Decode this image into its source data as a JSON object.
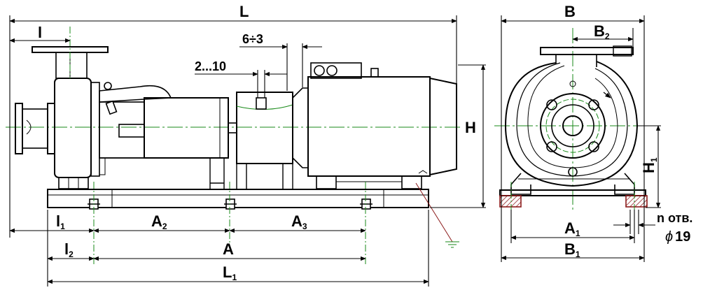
{
  "labels": {
    "L": "L",
    "l": "l",
    "gap_coupling": "6÷3",
    "gap_shaft": "2...10",
    "H": "H",
    "l1": "l",
    "l1_sub": "1",
    "l2": "l",
    "l2_sub": "2",
    "A2": "A",
    "A2_sub": "2",
    "A3": "A",
    "A3_sub": "3",
    "A": "A",
    "L1": "L",
    "L1_sub": "1",
    "B": "B",
    "B2": "B",
    "B2_sub": "2",
    "H1": "H",
    "H1_sub": "1",
    "A1": "A",
    "A1_sub": "1",
    "B1": "B",
    "B1_sub": "1",
    "holes": "n отв.",
    "hole_dia_symbol": "ϕ",
    "hole_dia": "19"
  },
  "colors": {
    "line": "#000000",
    "axis": "#1a8a1a",
    "ground": "#8b1a1a",
    "hatch": "#8b1a1a"
  }
}
